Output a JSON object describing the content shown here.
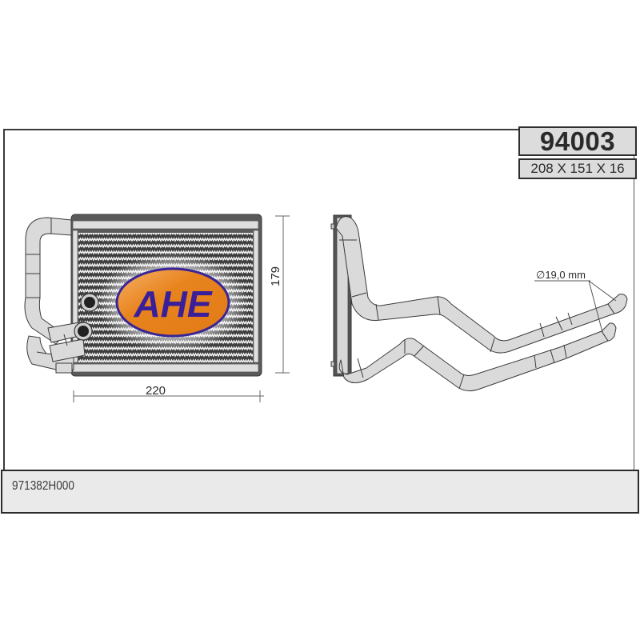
{
  "product": {
    "part_number": "94003",
    "core_dimensions": "208 X 151 X 16",
    "oem_reference": "971382H000"
  },
  "drawing": {
    "width_dimension": "220",
    "height_dimension": "179",
    "pipe_diameter": "∅19,0 mm"
  },
  "logo": {
    "text": "AHE",
    "colors": {
      "fill": "#e8841e",
      "outline": "#3a2596",
      "text": "#3a1f9a"
    }
  },
  "colors": {
    "frame": "#3a3a3a",
    "box_fill": "#dcdcdc",
    "footer_fill": "#eaeaea",
    "pipe_fill": "#dadada",
    "tank_dark": "#5a5a5a"
  }
}
